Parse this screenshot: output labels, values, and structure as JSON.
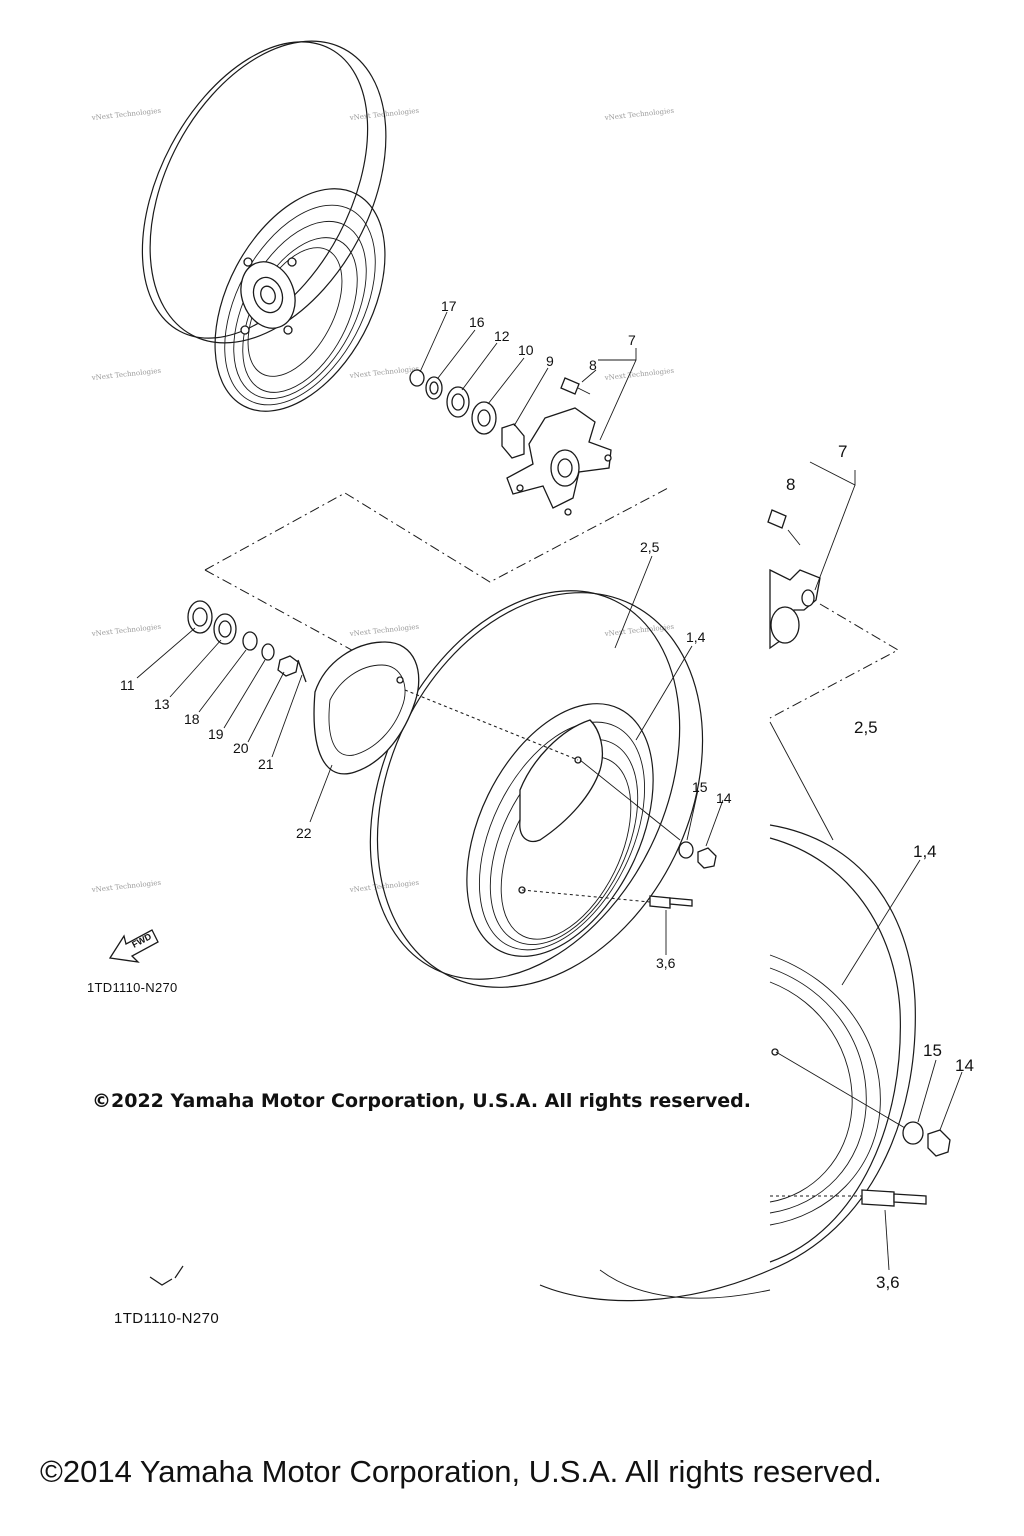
{
  "watermark": "vNext Technologies",
  "diagram_code": "1TD1110-N270",
  "forward_badge": "FWD",
  "labels": {
    "p17": "17",
    "p16": "16",
    "p12": "12",
    "p10": "10",
    "p9": "9",
    "p8": "8",
    "p7": "7",
    "p25": "2,5",
    "p14": "1,4",
    "p15": "15",
    "p14b": "14",
    "p36": "3,6",
    "p11": "11",
    "p13": "13",
    "p18": "18",
    "p19": "19",
    "p20": "20",
    "p21": "21",
    "p22": "22"
  },
  "copyright_2022": "©2022 Yamaha Motor Corporation, U.S.A. All rights reserved.",
  "copyright_2014": "©2014 Yamaha Motor Corporation, U.S.A. All rights reserved."
}
